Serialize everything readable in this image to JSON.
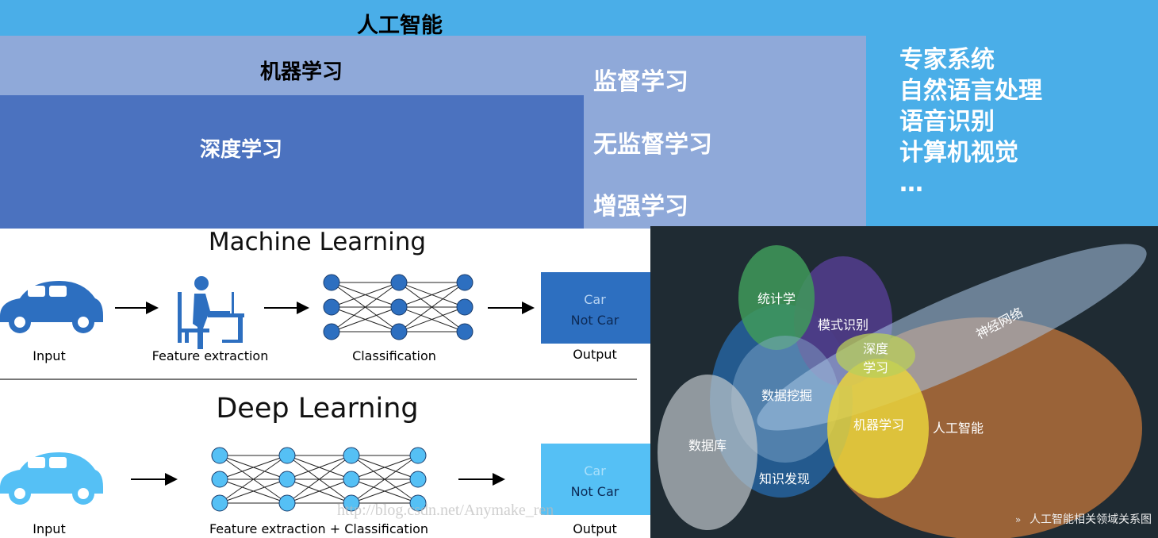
{
  "hierarchy": {
    "ai": "人工智能",
    "ml": "机器学习",
    "dl": "深度学习",
    "ml_types": [
      "监督学习",
      "无监督学习",
      "增强学习"
    ],
    "ai_fields": [
      "专家系统",
      "自然语言处理",
      "语音识别",
      "计算机视觉",
      "…"
    ]
  },
  "comparison": {
    "ml_title": "Machine Learning",
    "ml_steps": [
      "Input",
      "Feature extraction",
      "Classification",
      "Output"
    ],
    "dl_title": "Deep Learning",
    "dl_steps": [
      "Input",
      "Feature extraction + Classification",
      "Output"
    ],
    "output_car": "Car",
    "output_notcar": "Not Car",
    "watermark": "http://blog.csdn.net/Anymake_ren",
    "colors": {
      "ml": "#2d6fc0",
      "dl": "#55c0f5"
    }
  },
  "venn": {
    "labels": {
      "stats": "统计学",
      "pattern": "模式识别",
      "nn": "神经网络",
      "deep": "深度",
      "deep2": "学习",
      "mining": "数据挖掘",
      "db": "数据库",
      "kdd": "知识发现",
      "ml": "机器学习",
      "ai": "人工智能"
    },
    "caption_marker": "»",
    "caption": "人工智能相关领域关系图"
  }
}
